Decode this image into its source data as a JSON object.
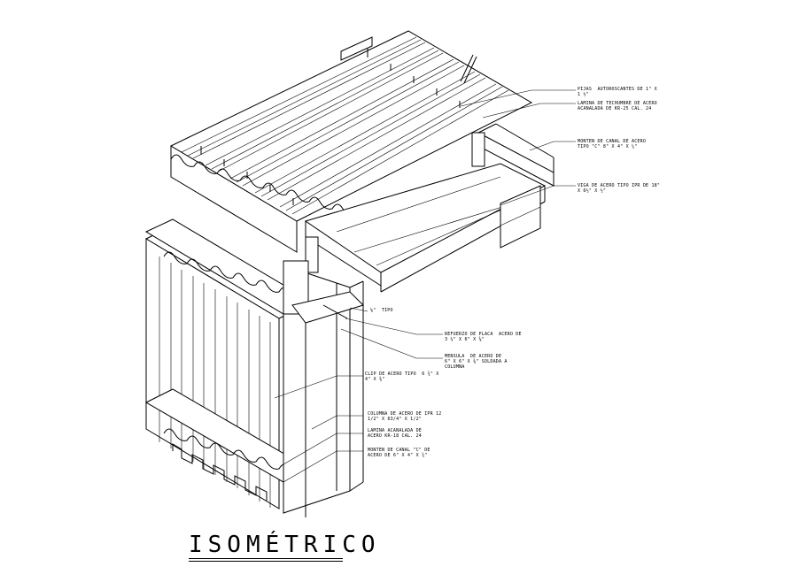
{
  "title": "ISOMÉTRICO",
  "labels": {
    "pijas": "PIJAS  AUTOROSCANTES DE 1\" X\n1 ½\"",
    "lamina_techumbre": "LAMINA DE TECHUMBRE DE ACERO\nACANALADA DE KR-25 CAL. 24",
    "monten_canal_techo": "MONTEN DE CANAL DE ACERO\nTIPO \"C\" 8\" X 4\" X ¼\"",
    "viga_ipr": "VIGA DE ACERO TIPO IPR DE 18\"\nX 6½\" X ½\"",
    "tipo_weld": "⅛\"  TIPO",
    "refuerzo_placa": "REFUERZO DE PLACA  ACERO DE\n3 ½\" X 6\" X ⅜\"",
    "mensula": "MENSULA  DE ACERO DE\n6\" X 6\" X ⅜\" SOLDADA A\nCOLUMNA",
    "clip": "CLIP DE ACERO TIPO  6 ¾\" X\n4\" X ⅜\"",
    "columna": "COLUMNA DE ACERO DE IPR 12\n1/2\" X 63/4\" X 1/2\"",
    "lamina_muro": "LAMINA ACANALADA DE\nACERO KR-18 CAL. 24",
    "monten_muro": "MONTEN DE CANAL \"C\" DE\nACERO DE 6\" X 4\" X ¾\""
  }
}
